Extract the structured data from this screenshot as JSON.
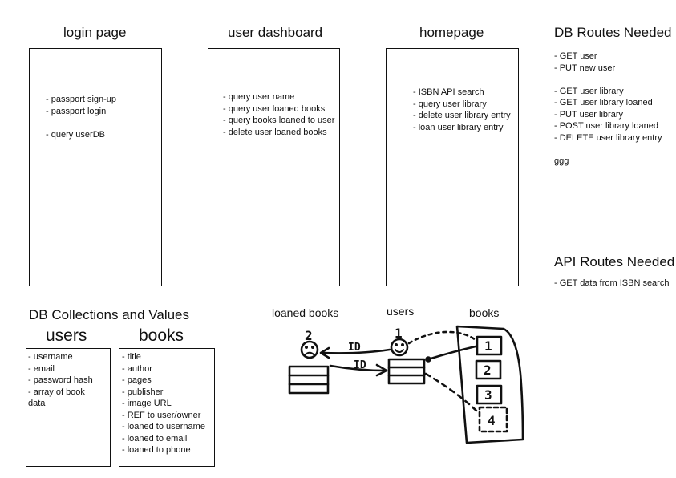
{
  "columns": {
    "login": {
      "title": "login page",
      "items": [
        "- passport sign-up",
        "- passport login",
        "",
        "- query userDB"
      ]
    },
    "dashboard": {
      "title": "user dashboard",
      "items": [
        "- query user name",
        "- query user loaned books",
        "- query books loaned to user",
        "- delete user loaned books"
      ]
    },
    "homepage": {
      "title": "homepage",
      "items": [
        "- ISBN API search",
        "- query user library",
        "- delete user library entry",
        "- loan user library entry"
      ]
    }
  },
  "db_routes": {
    "title": "DB Routes Needed",
    "items": [
      "- GET user",
      "- PUT new user",
      "",
      "- GET user library",
      "- GET user library loaned",
      "- PUT user library",
      "- POST user library loaned",
      "- DELETE user library entry",
      "",
      "ggg"
    ]
  },
  "api_routes": {
    "title": "API Routes Needed",
    "items": [
      "- GET data from ISBN search"
    ]
  },
  "collections": {
    "title": "DB Collections and Values",
    "users": {
      "title": "users",
      "items": [
        "- username",
        "- email",
        "- password hash",
        "-  array of book",
        "data"
      ]
    },
    "books": {
      "title": "books",
      "items": [
        "- title",
        "- author",
        "- pages",
        "- publisher",
        "- image URL",
        "- REF to user/owner",
        "- loaned to username",
        "- loaned to email",
        "- loaned to phone"
      ]
    }
  },
  "sketch": {
    "loaned_label": "loaned books",
    "users_label": "users",
    "books_label": "books",
    "num_2": "2",
    "num_1": "1",
    "id_top": "ID",
    "id_bottom": "ID",
    "book_1": "1",
    "book_2": "2",
    "book_3": "3",
    "book_4": "4"
  }
}
